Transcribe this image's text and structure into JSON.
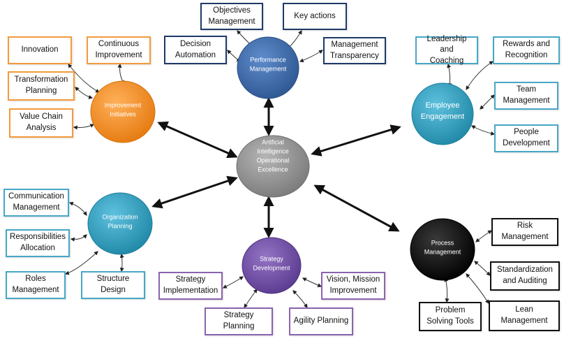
{
  "center": {
    "label": "Artificial\nIntelligence\nOperational\nExcellence",
    "color": "#8c8c8c"
  },
  "hubs": {
    "performance": {
      "label": "Performance\nManagement",
      "color": "#3d6aa8"
    },
    "improvement": {
      "label": "Improvement\nInitiatives",
      "color": "#f28c1f"
    },
    "engagement": {
      "label": "Employee\nEngagement",
      "color": "#2b9bbb"
    },
    "organization": {
      "label": "Organization\nPlanning",
      "color": "#2b9bbb"
    },
    "strategy": {
      "label": "Strategy\nDevelopment",
      "color": "#6c4aa0"
    },
    "process": {
      "label": "Process\nManagement",
      "color": "#0d0d0d"
    }
  },
  "boxes": {
    "objectives_management": "Objectives\nManagement",
    "key_actions": "Key actions",
    "decision_automation": "Decision\nAutomation",
    "management_transparency": "Management\nTransparency",
    "innovation": "Innovation",
    "continuous_improvement": "Continuous\nImprovement",
    "transformation_planning": "Transformation\nPlanning",
    "value_chain_analysis": "Value Chain\nAnalysis",
    "leadership_coaching": "Leadership and\nCoaching",
    "rewards_recognition": "Rewards and\nRecognition",
    "team_management": "Team\nManagement",
    "people_development": "People\nDevelopment",
    "communication_management": "Communication\nManagement",
    "responsibilities_allocation": "Responsibilities\nAllocation",
    "roles_management": "Roles\nManagement",
    "structure_design": "Structure\nDesign",
    "strategy_implementation": "Strategy\nImplementation",
    "vision_mission": "Vision, Mission\nImprovement",
    "strategy_planning": "Strategy Planning",
    "agility_planning": "Agility Planning",
    "risk_management": "Risk\nManagement",
    "standardization_auditing": "Standardization\nand Auditing",
    "problem_solving_tools": "Problem\nSolving Tools",
    "lean_management": "Lean\nManagement"
  }
}
